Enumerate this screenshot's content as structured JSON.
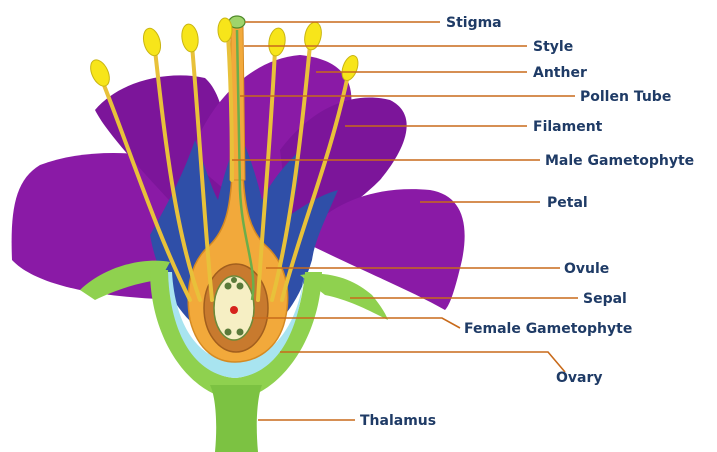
{
  "labels": {
    "stigma": "Stigma",
    "style": "Style",
    "anther": "Anther",
    "pollen_tube": "Pollen Tube",
    "filament": "Filament",
    "male_gametophyte": "Male Gametophyte",
    "petal": "Petal",
    "ovule": "Ovule",
    "sepal": "Sepal",
    "female_gametophyte": "Female Gametophyte",
    "ovary": "Ovary",
    "thalamus": "Thalamus"
  },
  "colors": {
    "petal": "#8a1aa6",
    "petal_dark": "#6e1088",
    "receptacle_blue": "#2f4fa8",
    "sepal_green": "#8fd14f",
    "thalamus_green": "#7cc242",
    "inner_cup": "#a8e4f0",
    "ovary_orange": "#f2a93b",
    "ovule_brown": "#c87a2e",
    "embryo_sac": "#f6efc4",
    "anther_yellow": "#f7e51a",
    "filament_yellow": "#e8c13a",
    "leader": "#c86a1a",
    "label_text": "#1f3b66"
  }
}
